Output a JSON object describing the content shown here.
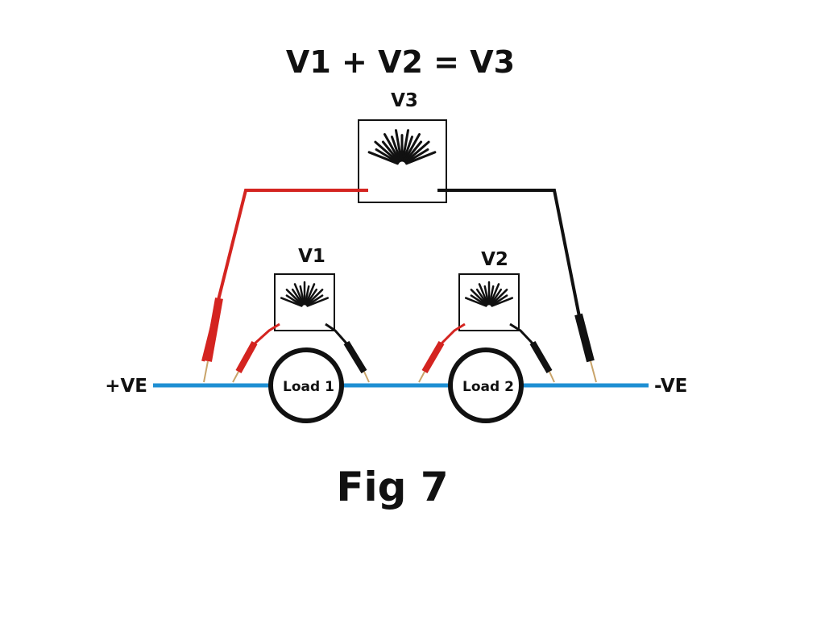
{
  "equation": "V1 + V2 = V3",
  "meters": {
    "v1": "V1",
    "v2": "V2",
    "v3": "V3"
  },
  "rails": {
    "positive": "+VE",
    "negative": "-VE"
  },
  "loads": {
    "load1": "Load 1",
    "load2": "Load 2"
  },
  "caption": "Fig 7",
  "colors": {
    "rail": "#1E8FD3",
    "positive_lead": "#D42420",
    "negative_lead": "#111111",
    "probe_tip": "#C9A46A"
  }
}
